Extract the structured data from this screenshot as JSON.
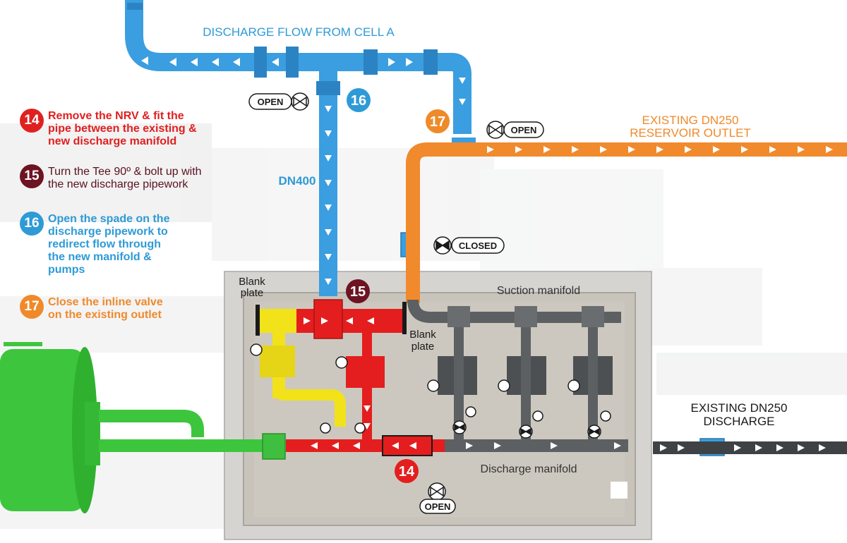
{
  "colors": {
    "blue": "#3a9ee0",
    "orange": "#f08a2c",
    "red": "#e41e1e",
    "yellow": "#f2e21a",
    "green": "#3dc63d",
    "grey": "#5d6063",
    "maroon": "#6d1322"
  },
  "steps": [
    {
      "num": "14",
      "text": "Remove the NRV & fit the\npipe between the existing &\nnew discharge manifold"
    },
    {
      "num": "15",
      "text": "Turn the Tee 90º & bolt up with\nthe new discharge pipework"
    },
    {
      "num": "16",
      "text": "Open the spade on the\ndischarge pipework to\nredirect flow through\nthe new manifold &\npumps"
    },
    {
      "num": "17",
      "text": "Close the inline valve\non the existing outlet"
    }
  ],
  "labels": {
    "discharge_flow": "DISCHARGE FLOW FROM CELL A",
    "dn400": "DN400",
    "reservoir_line1": "EXISTING DN250",
    "reservoir_line2": "RESERVOIR OUTLET",
    "discharge_line1": "EXISTING DN250",
    "discharge_line2": "DISCHARGE",
    "suction_manifold": "Suction manifold",
    "discharge_manifold": "Discharge manifold",
    "blank_plate_left_1": "Blank",
    "blank_plate_left_2": "plate",
    "blank_plate_right_1": "Blank",
    "blank_plate_right_2": "plate"
  },
  "valve_tags": {
    "v16": "OPEN",
    "v17": "OPEN",
    "inline": "CLOSED",
    "v14": "OPEN"
  },
  "markers": {
    "m14": "14",
    "m15": "15",
    "m16": "16",
    "m17": "17"
  }
}
